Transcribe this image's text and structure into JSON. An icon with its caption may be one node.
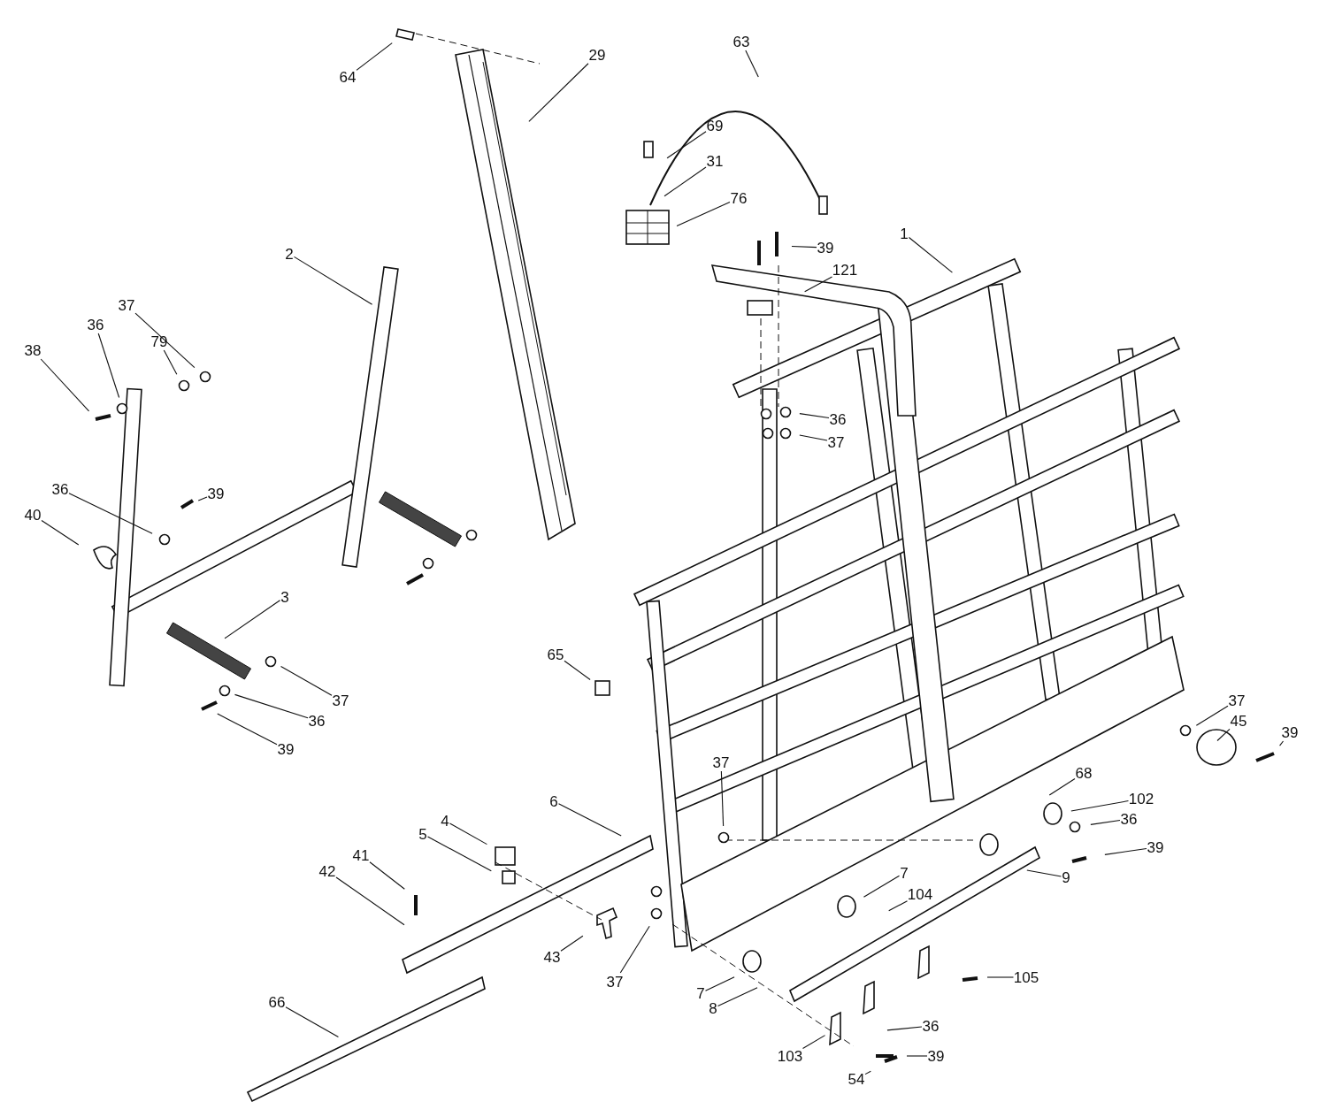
{
  "diagram": {
    "nodes": [
      {
        "text": [
          "64"
        ]
      },
      {
        "text": [
          "29"
        ]
      },
      {
        "text": [
          "63"
        ]
      },
      {
        "text": [
          "69"
        ]
      },
      {
        "text": [
          "31"
        ]
      },
      {
        "text": [
          "76"
        ]
      },
      {
        "text": [
          "39"
        ]
      },
      {
        "text": [
          "1"
        ]
      },
      {
        "text": [
          "121"
        ]
      },
      {
        "text": [
          "2"
        ]
      },
      {
        "text": [
          "37"
        ]
      },
      {
        "text": [
          "36"
        ]
      },
      {
        "text": [
          "79"
        ]
      },
      {
        "text": [
          "38"
        ]
      },
      {
        "text": [
          "36"
        ]
      },
      {
        "text": [
          "37"
        ]
      },
      {
        "text": [
          "36"
        ]
      },
      {
        "text": [
          "39"
        ]
      },
      {
        "text": [
          "40"
        ]
      },
      {
        "text": [
          "3"
        ]
      },
      {
        "text": [
          "65"
        ]
      },
      {
        "text": [
          "37"
        ]
      },
      {
        "text": [
          "36"
        ]
      },
      {
        "text": [
          "39"
        ]
      },
      {
        "text": [
          "37"
        ]
      },
      {
        "text": [
          "45"
        ]
      },
      {
        "text": [
          "39"
        ]
      },
      {
        "text": [
          "37"
        ]
      },
      {
        "text": [
          "68"
        ]
      },
      {
        "text": [
          "102"
        ]
      },
      {
        "text": [
          "6"
        ]
      },
      {
        "text": [
          "4"
        ]
      },
      {
        "text": [
          "36"
        ]
      },
      {
        "text": [
          "39"
        ]
      },
      {
        "text": [
          "5"
        ]
      },
      {
        "text": [
          "41"
        ]
      },
      {
        "text": [
          "7"
        ]
      },
      {
        "text": [
          "9"
        ]
      },
      {
        "text": [
          "42"
        ]
      },
      {
        "text": [
          "104"
        ]
      },
      {
        "text": [
          "43"
        ]
      },
      {
        "text": [
          "37"
        ]
      },
      {
        "text": [
          "7"
        ]
      },
      {
        "text": [
          "8"
        ]
      },
      {
        "text": [
          "105"
        ]
      },
      {
        "text": [
          "66"
        ]
      },
      {
        "text": [
          "36"
        ]
      },
      {
        "text": [
          "39"
        ]
      },
      {
        "text": [
          "103"
        ]
      },
      {
        "text": [
          "54"
        ]
      }
    ],
    "edges": [
      {
        "from": 0,
        "to": null,
        "arrow": "none"
      },
      {
        "from": 1,
        "to": null,
        "arrow": "none"
      },
      {
        "from": 2,
        "to": null,
        "arrow": "none"
      },
      {
        "from": 3,
        "to": null,
        "arrow": "none"
      },
      {
        "from": 4,
        "to": null,
        "arrow": "none"
      },
      {
        "from": 5,
        "to": null,
        "arrow": "none"
      },
      {
        "from": 6,
        "to": null,
        "arrow": "none"
      },
      {
        "from": 7,
        "to": null,
        "arrow": "none"
      },
      {
        "from": 8,
        "to": null,
        "arrow": "none"
      },
      {
        "from": 9,
        "to": null,
        "arrow": "none"
      },
      {
        "from": 10,
        "to": null,
        "arrow": "none"
      },
      {
        "from": 11,
        "to": null,
        "arrow": "none"
      },
      {
        "from": 12,
        "to": null,
        "arrow": "none"
      },
      {
        "from": 13,
        "to": null,
        "arrow": "none"
      },
      {
        "from": 14,
        "to": null,
        "arrow": "none"
      },
      {
        "from": 15,
        "to": null,
        "arrow": "none"
      },
      {
        "from": 16,
        "to": null,
        "arrow": "none"
      },
      {
        "from": 17,
        "to": null,
        "arrow": "none"
      },
      {
        "from": 18,
        "to": null,
        "arrow": "none"
      },
      {
        "from": 19,
        "to": null,
        "arrow": "none"
      },
      {
        "from": 20,
        "to": null,
        "arrow": "none"
      },
      {
        "from": 21,
        "to": null,
        "arrow": "none"
      },
      {
        "from": 22,
        "to": null,
        "arrow": "none"
      },
      {
        "from": 23,
        "to": null,
        "arrow": "none"
      },
      {
        "from": 24,
        "to": null,
        "arrow": "none"
      },
      {
        "from": 25,
        "to": null,
        "arrow": "none"
      },
      {
        "from": 26,
        "to": null,
        "arrow": "none"
      },
      {
        "from": 27,
        "to": null,
        "arrow": "none"
      },
      {
        "from": 28,
        "to": null,
        "arrow": "none"
      },
      {
        "from": 29,
        "to": null,
        "arrow": "none"
      },
      {
        "from": 30,
        "to": null,
        "arrow": "none"
      },
      {
        "from": 31,
        "to": null,
        "arrow": "none"
      },
      {
        "from": 32,
        "to": null,
        "arrow": "none"
      },
      {
        "from": 33,
        "to": null,
        "arrow": "none"
      },
      {
        "from": 34,
        "to": null,
        "arrow": "none"
      },
      {
        "from": 35,
        "to": null,
        "arrow": "none"
      },
      {
        "from": 36,
        "to": null,
        "arrow": "none"
      },
      {
        "from": 37,
        "to": null,
        "arrow": "none"
      },
      {
        "from": 38,
        "to": null,
        "arrow": "none"
      },
      {
        "from": 39,
        "to": null,
        "arrow": "none"
      },
      {
        "from": 40,
        "to": null,
        "arrow": "none"
      },
      {
        "from": 41,
        "to": null,
        "arrow": "none"
      },
      {
        "from": 42,
        "to": null,
        "arrow": "none"
      },
      {
        "from": 43,
        "to": null,
        "arrow": "none"
      },
      {
        "from": 44,
        "to": null,
        "arrow": "none"
      },
      {
        "from": 45,
        "to": null,
        "arrow": "none"
      },
      {
        "from": 46,
        "to": null,
        "arrow": "none"
      },
      {
        "from": 47,
        "to": null,
        "arrow": "none"
      },
      {
        "from": 48,
        "to": null,
        "arrow": "none"
      },
      {
        "from": 49,
        "to": null,
        "arrow": "none"
      }
    ]
  }
}
